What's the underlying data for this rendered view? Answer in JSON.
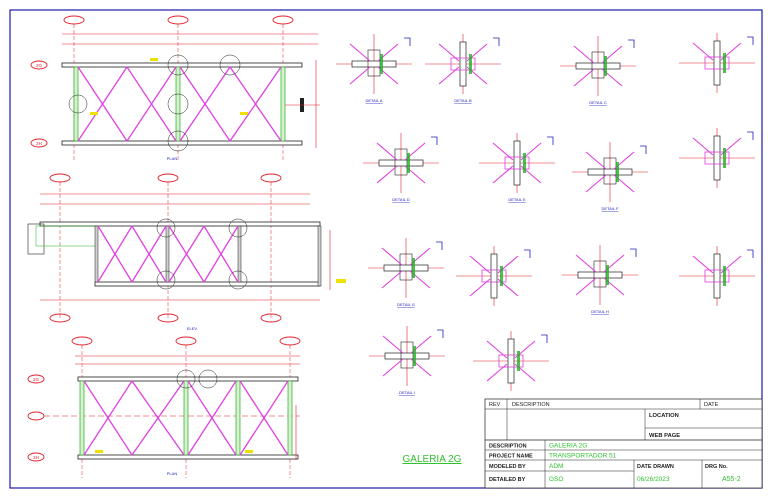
{
  "drawing": {
    "colors": {
      "frame": "#1a1aa8",
      "red": "#e0202a",
      "magenta": "#e040e0",
      "green": "#20b020",
      "dark": "#202020",
      "yellow": "#f0e000",
      "blue": "#2020c0",
      "title_green": "#30c030"
    },
    "views": {
      "plan_top": {
        "caption": "PLAN",
        "grid_left_labels": [
          "2G",
          "2H"
        ]
      },
      "elevation": {
        "caption": "ELEV"
      },
      "plan_bottom": {
        "caption": "PLAN",
        "grid_left_labels": [
          "2G",
          "",
          "2H"
        ]
      }
    },
    "details": [
      {
        "label": "DETAIL A"
      },
      {
        "label": "DETAIL B"
      },
      {
        "label": "DETAIL C"
      },
      {
        "label": ""
      },
      {
        "label": "DETAIL D"
      },
      {
        "label": "DETAIL E"
      },
      {
        "label": "DETAIL F"
      },
      {
        "label": ""
      },
      {
        "label": "DETAIL G"
      },
      {
        "label": ""
      },
      {
        "label": "DETAIL H"
      },
      {
        "label": ""
      },
      {
        "label": "DETAIL I"
      },
      {
        "label": ""
      }
    ],
    "sheet_title": "GALERIA 2G"
  },
  "title_block": {
    "rev_header": "REV",
    "description_header": "DESCRIPTION",
    "date_header": "DATE",
    "location_label": "LOCATION",
    "web_page_label": "WEB PAGE",
    "description_label": "DESCRIPTION",
    "description_value": "GALERIA 2G",
    "project_name_label": "PROJECT NAME",
    "project_name_value": "TRANSPORTADOR 51",
    "modeled_by_label": "MODELED BY",
    "modeled_by_value": "ADM",
    "detailed_by_label": "DETAILED BY",
    "detailed_by_value": "GSO",
    "date_drawn_label": "DATE DRAWN",
    "date_drawn_value": "06/26/2023",
    "drg_no_label": "DRG No.",
    "drg_no_value": "A55-2"
  }
}
